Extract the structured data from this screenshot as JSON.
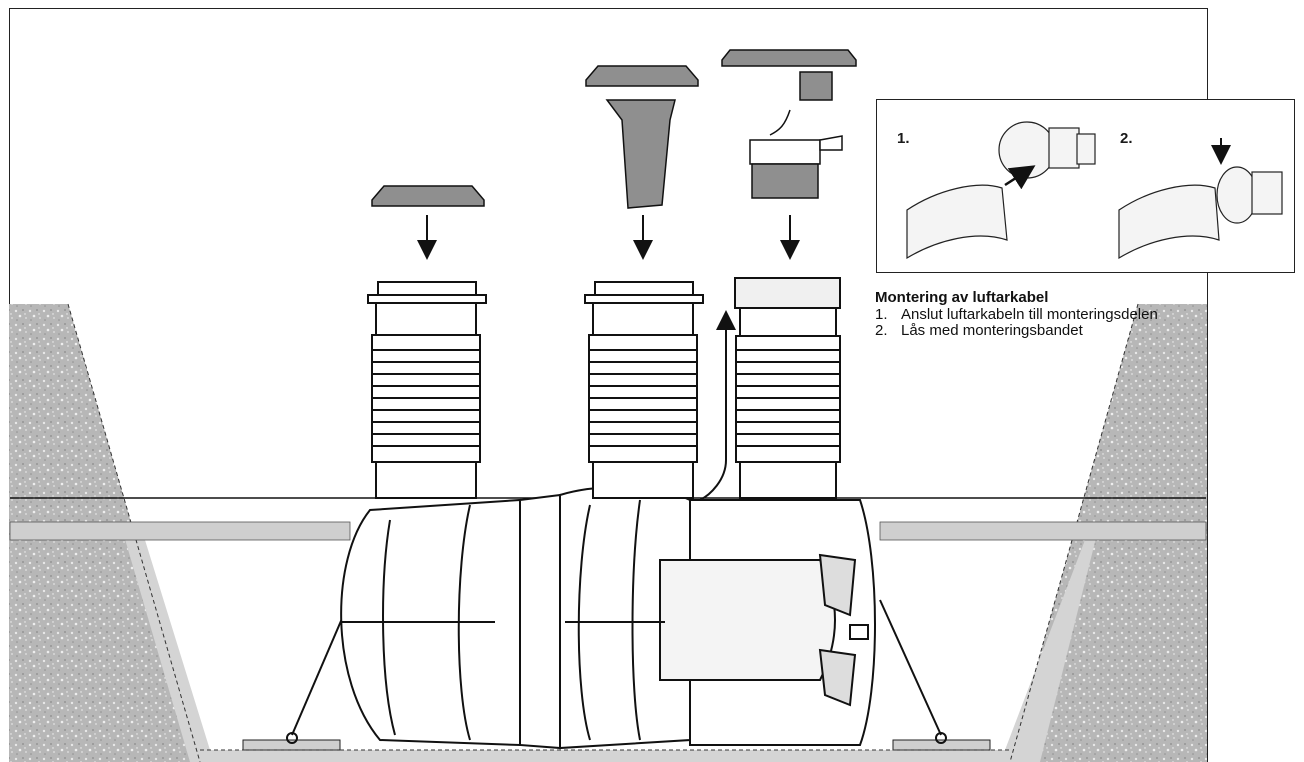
{
  "instructions": {
    "title": "Montering av luftarkabel",
    "steps": [
      {
        "num": "1.",
        "text": "Anslut luftarkabeln till monteringsdelen"
      },
      {
        "num": "2.",
        "text": "Lås med monteringsbandet"
      }
    ]
  },
  "inset": {
    "step1_label": "1.",
    "step2_label": "2."
  },
  "colors": {
    "outline": "#1a1a1a",
    "soil": "#b4b4b4",
    "trench_fill": "#d6d6d6",
    "part_grey": "#8f8f8f",
    "tank_white": "#ffffff"
  }
}
